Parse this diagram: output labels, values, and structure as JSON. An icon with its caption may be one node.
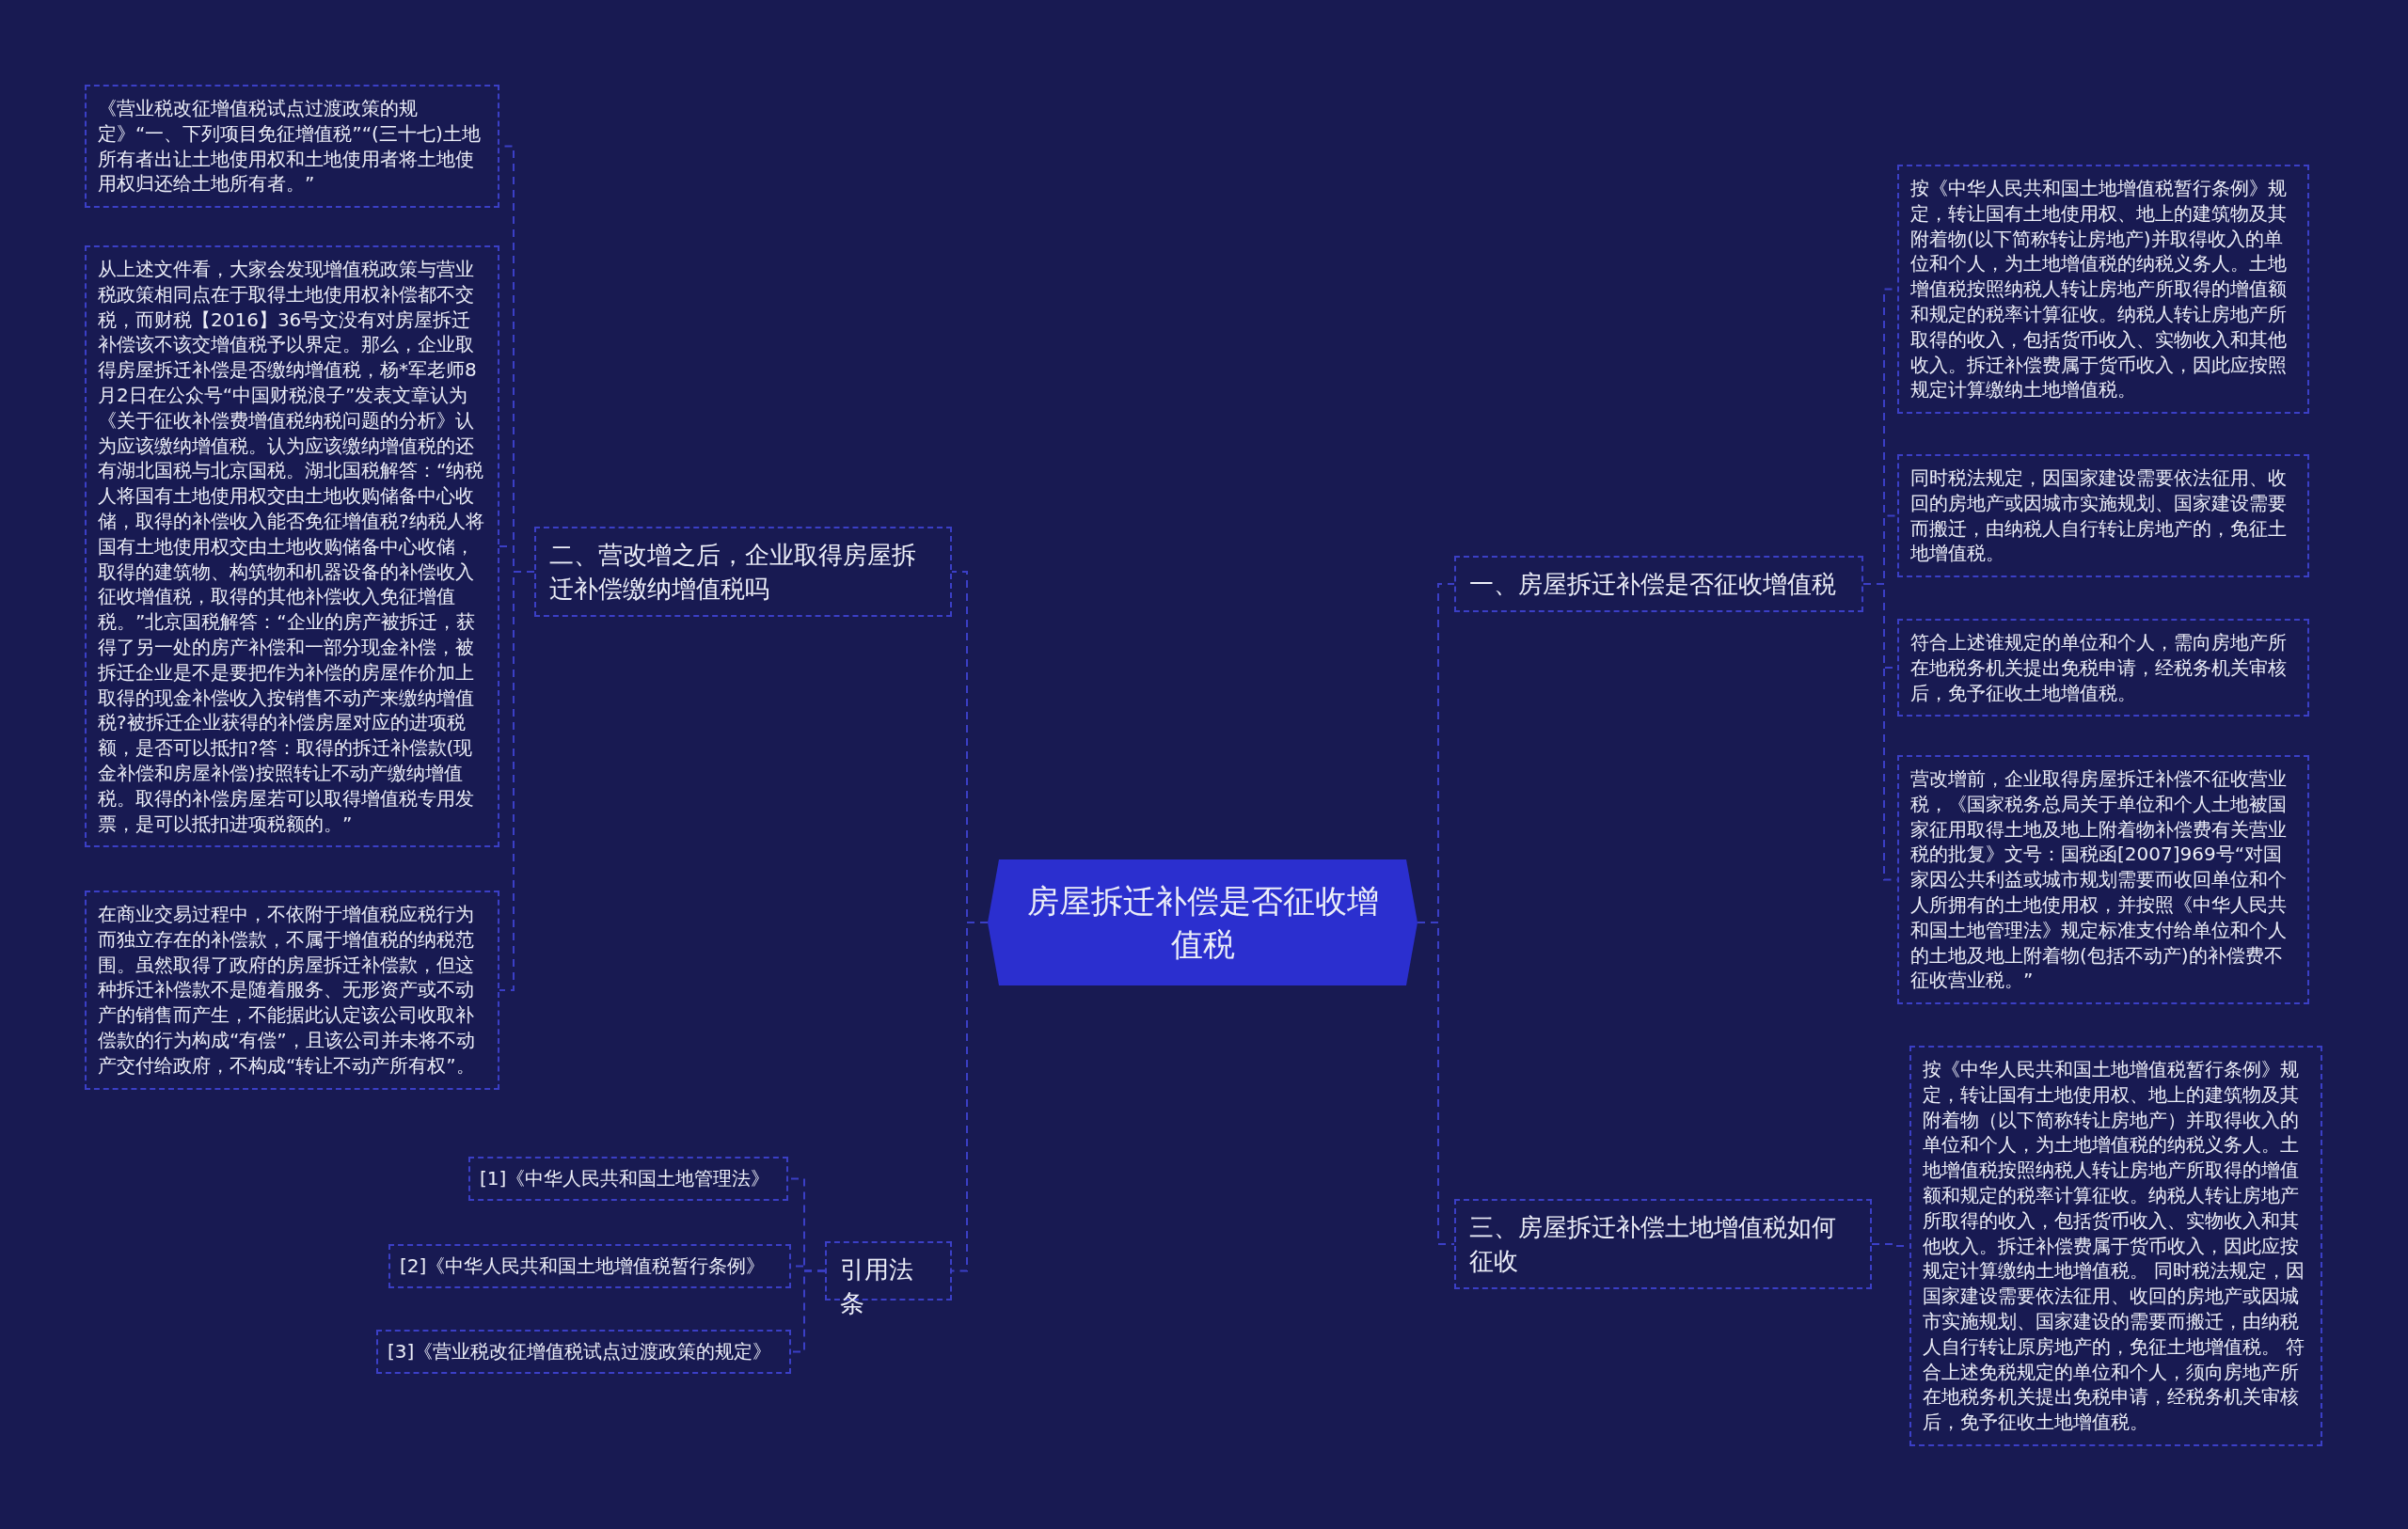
{
  "diagram": {
    "nodes": [
      {
        "text": [
          "房屋拆迁补偿是否征收增值税"
        ]
      },
      {
        "text": [
          "一、房屋拆迁补偿是否征收增值税"
        ]
      },
      {
        "text": [
          "按《中华人民共和国土地增值税暂行条例》规定，转让国有土地使用权、地上的建筑物及其附着物(以下简称转让房地产)并取得收入的单位和个人，为土地增值税的纳税义务人。土地增值税按照纳税人转让房地产所取得的增值额和规定的税率计算征收。纳税人转让房地产所取得的收入，包括货币收入、实物收入和其他收入。拆迁补偿费属于货币收入，因此应按照规定计算缴纳土地增值税。"
        ]
      },
      {
        "text": [
          "同时税法规定，因国家建设需要依法征用、收回的房地产或因城市实施规划、国家建设需要而搬迁，由纳税人自行转让房地产的，免征土地增值税。"
        ]
      },
      {
        "text": [
          "符合上述谁规定的单位和个人，需向房地产所在地税务机关提出免税申请，经税务机关审核后，免予征收土地增值税。"
        ]
      },
      {
        "text": [
          "营改增前，企业取得房屋拆迁补偿不征收营业税，《国家税务总局关于单位和个人土地被国家征用取得土地及地上附着物补偿费有关营业税的批复》文号：国税函[2007]969号“对国家因公共利益或城市规划需要而收回单位和个人所拥有的土地使用权，并按照《中华人民共和国土地管理法》规定标准支付给单位和个人的土地及地上附着物(包括不动产)的补偿费不征收营业税。”"
        ]
      },
      {
        "text": [
          "三、房屋拆迁补偿土地增值税如何征收"
        ]
      },
      {
        "text": [
          "按《中华人民共和国土地增值税暂行条例》规定，转让国有土地使用权、地上的建筑物及其附着物（以下简称转让房地产）并取得收入的单位和个人，为土地增值税的纳税义务人。土地增值税按照纳税人转让房地产所取得的增值额和规定的税率计算征收。纳税人转让房地产所取得的收入，包括货币收入、实物收入和其他收入。拆迁补偿费属于货币收入，因此应按规定计算缴纳土地增值税。 同时税法规定，因国家建设需要依法征用、收回的房地产或因城市实施规划、国家建设的需要而搬迁，由纳税人自行转让原房地产的，免征土地增值税。 符合上述免税规定的单位和个人，须向房地产所在地税务机关提出免税申请，经税务机关审核后，免予征收土地增值税。"
        ]
      },
      {
        "text": [
          "二、营改增之后，企业取得房屋拆迁补偿缴纳增值税吗"
        ]
      },
      {
        "text": [
          "《营业税改征增值税试点过渡政策的规定》“一、下列项目免征增值税”“(三十七)土地所有者出让土地使用权和土地使用者将土地使用权归还给土地所有者。”"
        ]
      },
      {
        "text": [
          "从上述文件看，大家会发现增值税政策与营业税政策相同点在于取得土地使用权补偿都不交税，而财税【2016】36号文没有对房屋拆迁补偿该不该交增值税予以界定。那么，企业取得房屋拆迁补偿是否缴纳增值税，杨*军老师8月2日在公众号“中国财税浪子”发表文章认为《关于征收补偿费增值税纳税问题的分析》认为应该缴纳增值税。认为应该缴纳增值税的还有湖北国税与北京国税。湖北国税解答：“纳税人将国有土地使用权交由土地收购储备中心收储，取得的补偿收入能否免征增值税?纳税人将国有土地使用权交由土地收购储备中心收储，取得的建筑物、构筑物和机器设备的补偿收入征收增值税，取得的其他补偿收入免征增值税。”北京国税解答：“企业的房产被拆迁，获得了另一处的房产补偿和一部分现金补偿，被拆迁企业是不是要把作为补偿的房屋作价加上取得的现金补偿收入按销售不动产来缴纳增值税?被拆迁企业获得的补偿房屋对应的进项税额，是否可以抵扣?答：取得的拆迁补偿款(现金补偿和房屋补偿)按照转让不动产缴纳增值税。取得的补偿房屋若可以取得增值税专用发票，是可以抵扣进项税额的。”"
        ]
      },
      {
        "text": [
          "在商业交易过程中，不依附于增值税应税行为而独立存在的补偿款，不属于增值税的纳税范围。虽然取得了政府的房屋拆迁补偿款，但这种拆迁补偿款不是随着服务、无形资产或不动产的销售而产生，不能据此认定该公司收取补偿款的行为构成“有偿”，且该公司并未将不动产交付给政府，不构成“转让不动产所有权”。"
        ]
      },
      {
        "text": [
          "引用法条"
        ]
      },
      {
        "text": [
          "[1]《中华人民共和国土地管理法》"
        ]
      },
      {
        "text": [
          "[2]《中华人民共和国土地增值税暂行条例》"
        ]
      },
      {
        "text": [
          "[3]《营业税改征增值税试点过渡政策的规定》"
        ]
      }
    ],
    "edges": [
      {
        "from": 0,
        "to": 1,
        "arrow": "none"
      },
      {
        "from": 1,
        "to": 2,
        "arrow": "none"
      },
      {
        "from": 1,
        "to": 3,
        "arrow": "none"
      },
      {
        "from": 1,
        "to": 4,
        "arrow": "none"
      },
      {
        "from": 1,
        "to": 5,
        "arrow": "none"
      },
      {
        "from": 0,
        "to": 6,
        "arrow": "none"
      },
      {
        "from": 6,
        "to": 7,
        "arrow": "none"
      },
      {
        "from": 0,
        "to": 8,
        "arrow": "none"
      },
      {
        "from": 8,
        "to": 9,
        "arrow": "none"
      },
      {
        "from": 8,
        "to": 10,
        "arrow": "none"
      },
      {
        "from": 8,
        "to": 11,
        "arrow": "none"
      },
      {
        "from": 0,
        "to": 12,
        "arrow": "none"
      },
      {
        "from": 12,
        "to": 13,
        "arrow": "none"
      },
      {
        "from": 12,
        "to": 14,
        "arrow": "none"
      },
      {
        "from": 12,
        "to": 15,
        "arrow": "none"
      }
    ]
  }
}
